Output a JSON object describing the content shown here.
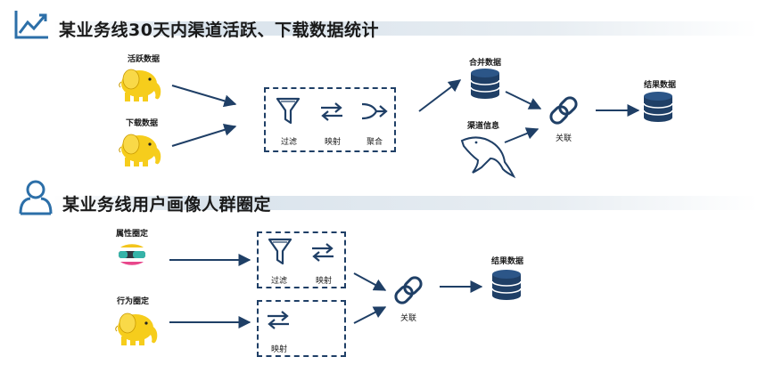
{
  "section1": {
    "title": "某业务线30天内渠道活跃、下载数据统计",
    "active_label": "活跃数据",
    "download_label": "下载数据",
    "ops": [
      "过滤",
      "映射",
      "聚合"
    ],
    "merge_label": "合并数据",
    "channel_label": "渠道信息",
    "join_label": "关联",
    "result_label": "结果数据"
  },
  "section2": {
    "title": "某业务线用户画像人群圈定",
    "attr_label": "属性圈定",
    "behavior_label": "行为圈定",
    "ops_top": [
      "过滤",
      "映射"
    ],
    "ops_bottom": [
      "映射"
    ],
    "join_label": "关联",
    "result_label": "结果数据"
  },
  "colors": {
    "navy": "#1f3f66",
    "accent_blue": "#2c6fa8",
    "elephant_yellow": "#f6cd1c",
    "elastic_yellow": "#f3c51c",
    "elastic_teal": "#36b3a8",
    "elastic_pink": "#e8478b",
    "elastic_dark": "#343741"
  },
  "icons": {
    "section1_header": "trend-line-chart-icon",
    "section2_header": "user-profile-icon",
    "hadoop": "hadoop-elephant-icon",
    "mysql": "mysql-dolphin-icon",
    "elasticsearch": "elasticsearch-icon",
    "filter": "funnel-filter-icon",
    "map": "swap-arrows-icon",
    "aggregate": "merge-arrow-icon",
    "join": "chain-link-icon",
    "database": "database-icon"
  }
}
